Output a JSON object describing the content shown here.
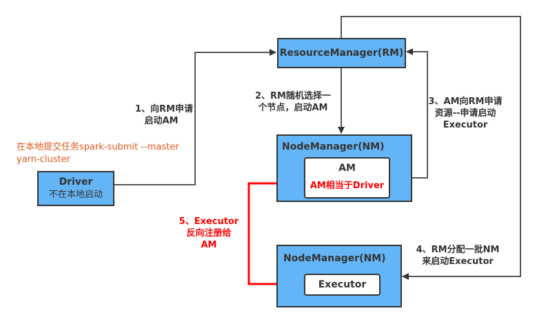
{
  "colors": {
    "box_fill": "#64b5f6",
    "border": "#333333",
    "text": "#333333",
    "highlight_red": "#ff0000",
    "annotation_orange": "#e0581c"
  },
  "nodes": {
    "resource_manager": {
      "label": "ResourceManager(RM)"
    },
    "driver": {
      "title": "Driver",
      "subtitle": "不在本地启动"
    },
    "node_manager_1": {
      "label": "NodeManager(NM)",
      "inner_title": "AM",
      "inner_note": "AM相当于Driver"
    },
    "node_manager_2": {
      "label": "NodeManager(NM)",
      "inner_title": "Executor"
    }
  },
  "annotations": {
    "submit_command": [
      "在本地提交任务spark-submit --master",
      "yarn-cluster"
    ]
  },
  "steps": [
    {
      "id": 1,
      "lines": [
        "1、向RM申请",
        "启动AM"
      ]
    },
    {
      "id": 2,
      "lines": [
        "2、RM随机选择一",
        "个节点，启动AM"
      ]
    },
    {
      "id": 3,
      "lines": [
        "3、AM向RM申请",
        "资源--申请启动",
        "Executor"
      ]
    },
    {
      "id": 4,
      "lines": [
        "4、RM分配一批NM",
        "来启动Executor"
      ]
    },
    {
      "id": 5,
      "lines": [
        "5、Executor",
        "反向注册给",
        "AM"
      ]
    }
  ]
}
